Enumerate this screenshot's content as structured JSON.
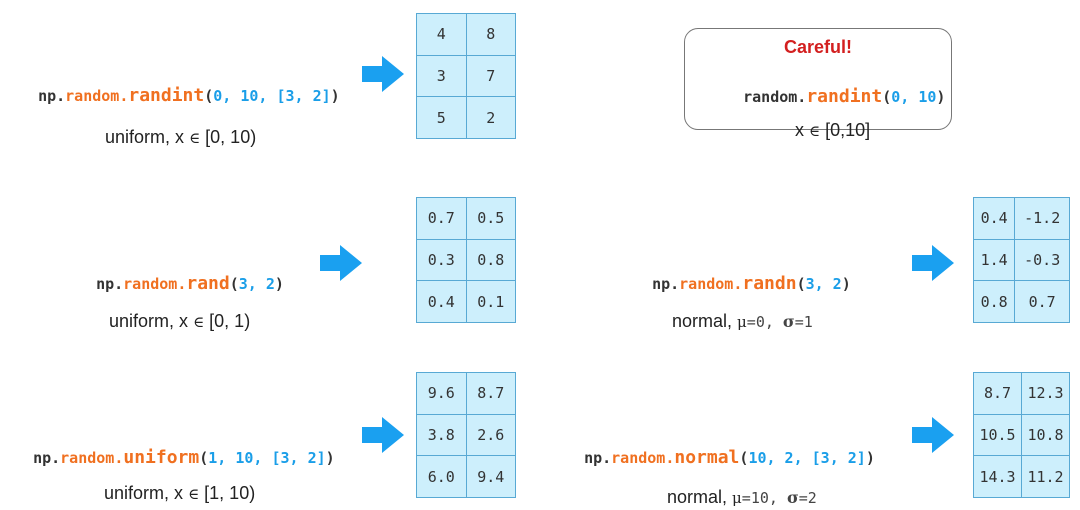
{
  "rows": [
    {
      "code": {
        "np": "np.",
        "mod": "random.",
        "fn": "randint",
        "open": "(",
        "args": "0, 10, [3, 2]",
        "close": ")"
      },
      "desc": {
        "prefix": "uniform, ",
        "var": "x",
        "in": "∈",
        "range": " [0, 10)"
      },
      "matrix": [
        [
          "4",
          "8"
        ],
        [
          "3",
          "7"
        ],
        [
          "5",
          "2"
        ]
      ]
    },
    {
      "code": {
        "np": "np.",
        "mod": "random.",
        "fn": "rand",
        "open": "(",
        "args": "3, 2",
        "close": ")"
      },
      "desc": {
        "prefix": "uniform, ",
        "var": "x",
        "in": "∈",
        "range": " [0, 1)"
      },
      "matrix": [
        [
          "0.7",
          "0.5"
        ],
        [
          "0.3",
          "0.8"
        ],
        [
          "0.4",
          "0.1"
        ]
      ]
    },
    {
      "code": {
        "np": "np.",
        "mod": "random.",
        "fn": "uniform",
        "open": "(",
        "args": "1, 10, [3, 2]",
        "close": ")"
      },
      "desc": {
        "prefix": "uniform, ",
        "var": "x",
        "in": "∈",
        "range": " [1, 10)"
      },
      "matrix": [
        [
          "9.6",
          "8.7"
        ],
        [
          "3.8",
          "2.6"
        ],
        [
          "6.0",
          "9.4"
        ]
      ]
    },
    {
      "code": {
        "np": "np.",
        "mod": "random.",
        "fn": "randn",
        "open": "(",
        "args": "3, 2",
        "close": ")"
      },
      "desc": {
        "prefix": "normal, ",
        "mu": "μ",
        "mu_val": "=0, ",
        "sigma": "σ",
        "sigma_val": "=1"
      },
      "matrix": [
        [
          "0.4",
          "-1.2"
        ],
        [
          "1.4",
          "-0.3"
        ],
        [
          "0.8",
          "0.7"
        ]
      ]
    },
    {
      "code": {
        "np": "np.",
        "mod": "random.",
        "fn": "normal",
        "open": "(",
        "args": "10, 2, [3, 2]",
        "close": ")"
      },
      "desc": {
        "prefix": "normal, ",
        "mu": "μ",
        "mu_val": "=10, ",
        "sigma": "σ",
        "sigma_val": "=2"
      },
      "matrix": [
        [
          "8.7",
          "12.3"
        ],
        [
          "10.5",
          "10.8"
        ],
        [
          "14.3",
          "11.2"
        ]
      ]
    }
  ],
  "callout": {
    "title": "Careful!",
    "code": {
      "mod": "random.",
      "fn": "randint",
      "open": "(",
      "args": "0, 10",
      "close": ")"
    },
    "desc": {
      "var": "x",
      "in": "∈",
      "range": " [0,10]"
    }
  },
  "colors": {
    "orange": "#f07020",
    "blue": "#1a9ee8",
    "arrow": "#1aa0f0",
    "cell": "#cdeffc",
    "cell_border": "#58a9d4",
    "alert": "#d31f1f"
  },
  "icons": {
    "arrow": "right-arrow-icon"
  }
}
